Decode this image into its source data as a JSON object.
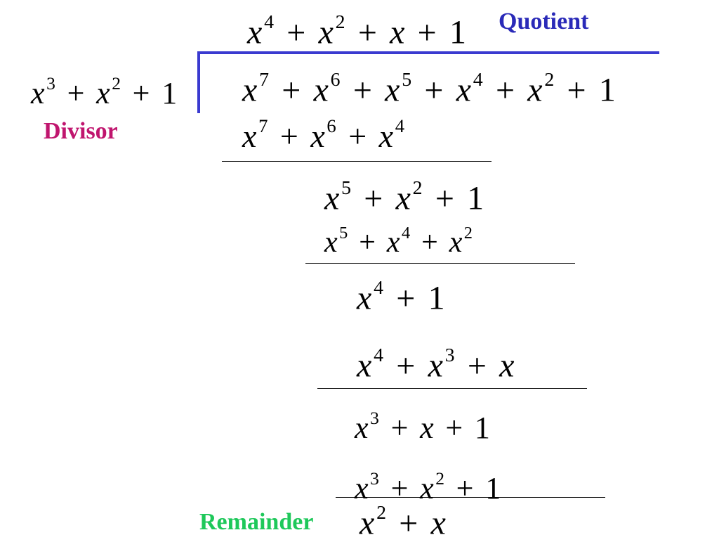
{
  "colors": {
    "quotient_label": "#2a2ab8",
    "divisor_label": "#c0156e",
    "remainder_label": "#1ec85a",
    "bracket": "#3a3ad0",
    "text": "#000000"
  },
  "labels": {
    "quotient": "Quotient",
    "divisor": "Divisor",
    "remainder": "Remainder"
  },
  "expressions": {
    "quotient": [
      {
        "v": "x",
        "e": "4"
      },
      {
        "o": "+"
      },
      {
        "v": "x",
        "e": "2"
      },
      {
        "o": "+"
      },
      {
        "v": "x"
      },
      {
        "o": "+"
      },
      {
        "c": "1"
      }
    ],
    "divisor": [
      {
        "v": "x",
        "e": "3"
      },
      {
        "o": "+"
      },
      {
        "v": "x",
        "e": "2"
      },
      {
        "o": "+"
      },
      {
        "c": "1"
      }
    ],
    "dividend": [
      {
        "v": "x",
        "e": "7"
      },
      {
        "o": "+"
      },
      {
        "v": "x",
        "e": "6"
      },
      {
        "o": "+"
      },
      {
        "v": "x",
        "e": "5"
      },
      {
        "o": "+"
      },
      {
        "v": "x",
        "e": "4"
      },
      {
        "o": "+"
      },
      {
        "v": "x",
        "e": "2"
      },
      {
        "o": "+"
      },
      {
        "c": "1"
      }
    ],
    "step1_subtract": [
      {
        "v": "x",
        "e": "7"
      },
      {
        "o": "+"
      },
      {
        "v": "x",
        "e": "6"
      },
      {
        "o": "+"
      },
      {
        "v": "x",
        "e": "4"
      }
    ],
    "step1_result": [
      {
        "v": "x",
        "e": "5"
      },
      {
        "o": "+"
      },
      {
        "v": "x",
        "e": "2"
      },
      {
        "o": "+"
      },
      {
        "c": "1"
      }
    ],
    "step2_subtract": [
      {
        "v": "x",
        "e": "5"
      },
      {
        "o": "+"
      },
      {
        "v": "x",
        "e": "4"
      },
      {
        "o": "+"
      },
      {
        "v": "x",
        "e": "2"
      }
    ],
    "step2_result": [
      {
        "v": "x",
        "e": "4"
      },
      {
        "o": "+"
      },
      {
        "c": "1"
      }
    ],
    "step3_subtract": [
      {
        "v": "x",
        "e": "4"
      },
      {
        "o": "+"
      },
      {
        "v": "x",
        "e": "3"
      },
      {
        "o": "+"
      },
      {
        "v": "x"
      }
    ],
    "step3_result": [
      {
        "v": "x",
        "e": "3"
      },
      {
        "o": "+"
      },
      {
        "v": "x"
      },
      {
        "o": "+"
      },
      {
        "c": "1"
      }
    ],
    "step4_subtract": [
      {
        "v": "x",
        "e": "3"
      },
      {
        "o": "+"
      },
      {
        "v": "x",
        "e": "2"
      },
      {
        "o": "+"
      },
      {
        "c": "1"
      }
    ],
    "remainder": [
      {
        "v": "x",
        "e": "2"
      },
      {
        "o": "+"
      },
      {
        "v": "x"
      }
    ]
  }
}
